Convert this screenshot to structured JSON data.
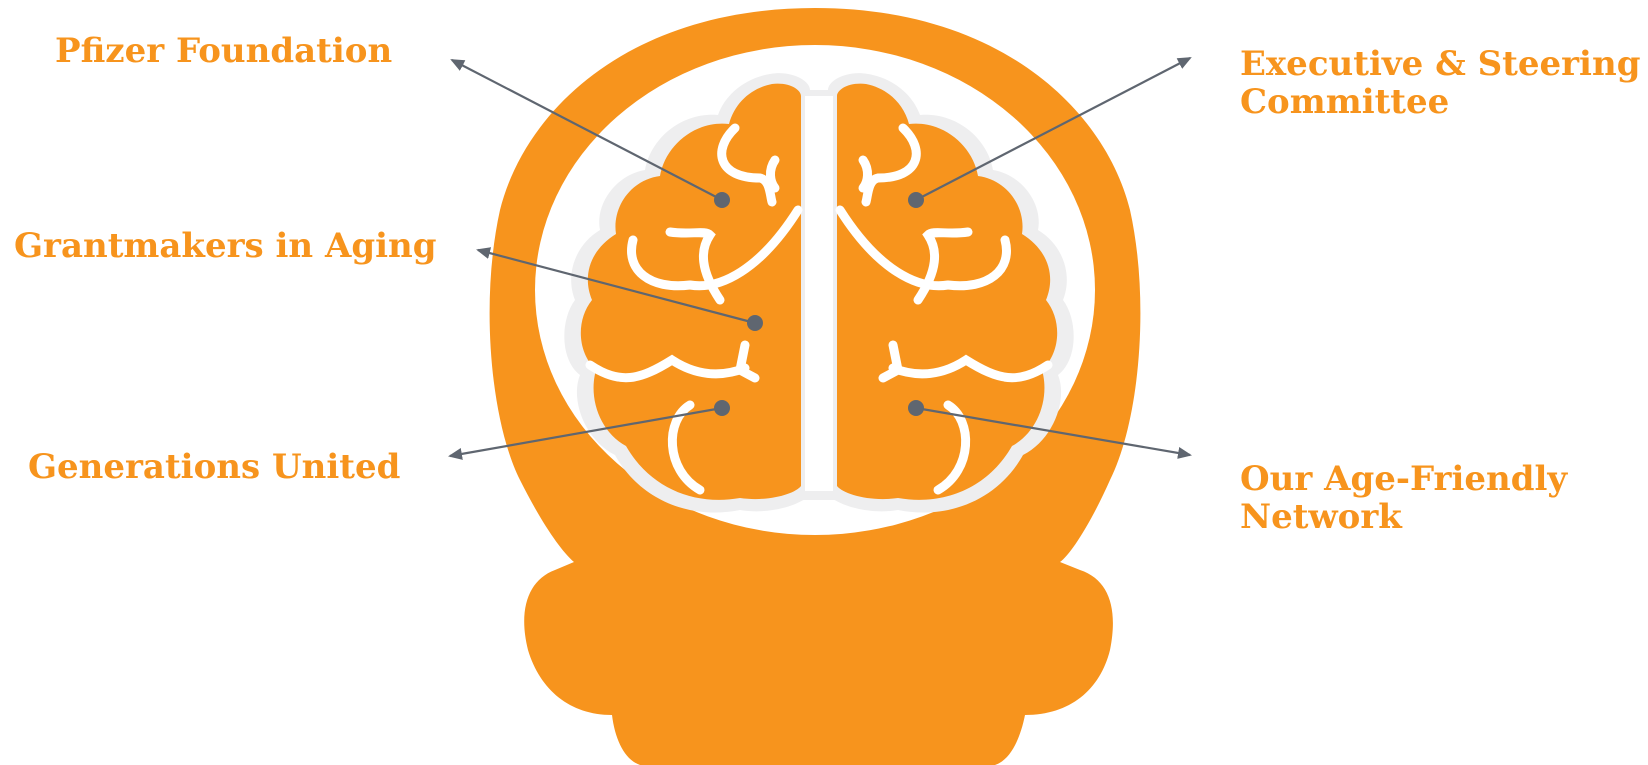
{
  "labels": {
    "pfizer": "Pfizer Foundation",
    "grantmakers": "Grantmakers in Aging",
    "generations": "Generations United",
    "executive_line1": "Executive & Steering",
    "executive_line2": "Committee",
    "network_line1": "Our Age-Friendly",
    "network_line2": "Network"
  },
  "colors": {
    "brand_orange": "#F7941D",
    "arrow_gray": "#5F6670",
    "brain_outline": "#EEEEEF"
  }
}
